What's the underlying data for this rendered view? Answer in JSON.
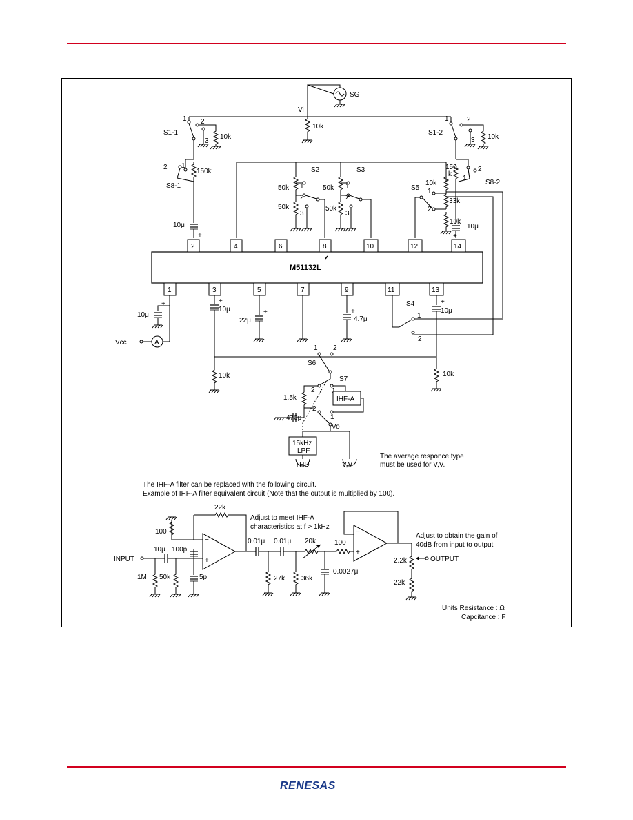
{
  "brand": {
    "logo_text": "RENESAS",
    "rule_color": "#d2001e",
    "logo_color": "#1a3a8a"
  },
  "ic": {
    "name": "M51132L",
    "top_pins": [
      "2",
      "4",
      "6",
      "8",
      "10",
      "12",
      "14"
    ],
    "bottom_pins": [
      "1",
      "3",
      "5",
      "7",
      "9",
      "11",
      "13"
    ]
  },
  "labels": {
    "sg": "SG",
    "vi": "Vi",
    "vi_r": "10k",
    "s1_1": "S1-1",
    "s1_2": "S1-2",
    "s1_1_pos1": "1",
    "s1_1_pos2": "2",
    "s1_1_pos3": "3",
    "s1_1_r": "10k",
    "s1_2_pos1": "1",
    "s1_2_pos2": "2",
    "s1_2_pos3": "3",
    "s1_2_r": "10k",
    "s8_1": "S8-1",
    "s8_1_pos2": "2",
    "s8_1_pos1": "1",
    "s8_1_r": "150k",
    "s8_2": "S8-2",
    "s8_2_pos2": "2",
    "s8_2_pos1": "1",
    "s8_2_r1": "150",
    "s8_2_r2": "k",
    "c_pin2": "10μ",
    "c_pin2_plus": "+",
    "s2": "S2",
    "s2_r1": "50k",
    "s2_r2": "50k",
    "s2_p1": "1",
    "s2_p2": "2",
    "s2_p3": "3",
    "s3": "S3",
    "s3_r1": "50k",
    "s3_r2": "50k",
    "s3_p1": "1",
    "s3_p2": "2",
    "s3_p3": "3",
    "s5": "S5",
    "s5_p1": "1",
    "s5_p2": "2",
    "s5_r_top": "10k",
    "s5_r_mid": "33k",
    "s5_r_bot": "10k",
    "c_pin14": "10μ",
    "c_pin14_plus": "+",
    "c_pin1": "10μ",
    "c_pin1_plus": "+",
    "vcc": "Vcc",
    "ammeter": "A",
    "c_pin3": "10μ",
    "c_pin3_plus": "+",
    "c_pin5": "22μ",
    "c_pin5_plus": "+",
    "c_pin9": "4.7μ",
    "c_pin9_plus": "+",
    "c_pin13": "10μ",
    "c_pin13_plus": "+",
    "s4": "S4",
    "s4_p1": "1",
    "s4_p2": "2",
    "s6": "S6",
    "s6_p1": "1",
    "s6_p2": "2",
    "r_left_load": "10k",
    "r_right_load": "10k",
    "s7": "S7",
    "s7_p2a": "2",
    "s7_p1a": "1",
    "s7_p2b": "2",
    "s7_p1b": "1",
    "r_15k": "1.5k",
    "c_470p": "470p",
    "ihfa": "IHF-A",
    "vo": "Vo",
    "lpf1": "15kHz",
    "lpf2": "LPF",
    "thd": "THD",
    "vv": "V,V",
    "avg1": "The average responce type",
    "avg2": "must be used for V,V.",
    "note1": "The IHF-A filter can be replaced with the following circuit.",
    "note2": "Example of IHF-A filter equivalent circuit (Note that the output is multiplied by 100).",
    "f_22k": "22k",
    "f_100": "100",
    "f_10u": "10μ",
    "f_100p": "100p",
    "f_input": "INPUT",
    "f_1m": "1M",
    "f_50k": "50k",
    "f_5p": "5p",
    "f_001a": "0.01μ",
    "f_001b": "0.01μ",
    "f_20k": "20k",
    "f_100b": "100",
    "f_27k": "27k",
    "f_36k": "36k",
    "f_0027": "0.0027μ",
    "f_adj1a": "Adjust to meet IHF-A",
    "f_adj1b": "characteristics at f > 1kHz",
    "f_adj2a": "Adjust to obtain the gain of",
    "f_adj2b": "40dB from input to output",
    "f_22kb": "2.2k",
    "f_22kc": "22k",
    "f_output": "OUTPUT",
    "f_minus1": "−",
    "f_plus1": "+",
    "f_minus2": "−",
    "f_plus2": "+",
    "units1": "Units Resistance : Ω",
    "units2": "Capcitance : F"
  }
}
